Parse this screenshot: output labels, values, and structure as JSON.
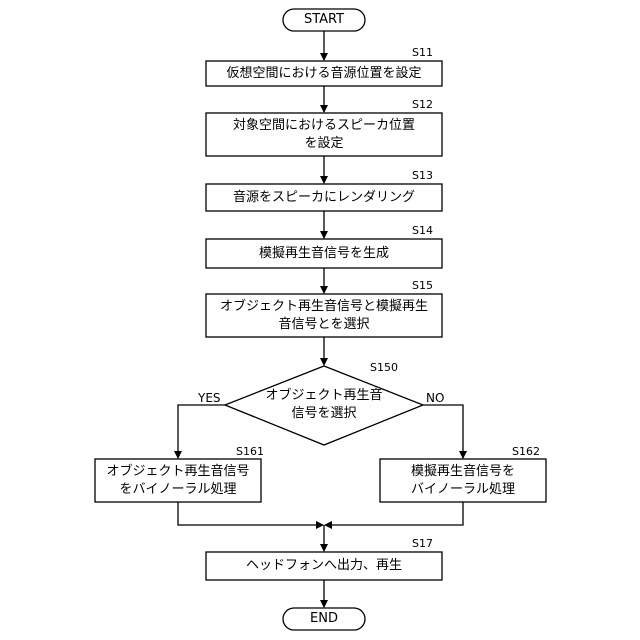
{
  "terminals": {
    "start": "START",
    "end": "END"
  },
  "steps": [
    {
      "id": "S11",
      "text": "仮想空間における音源位置を設定"
    },
    {
      "id": "S12",
      "text": "対象空間におけるスピーカ位置\nを設定"
    },
    {
      "id": "S13",
      "text": "音源をスピーカにレンダリング"
    },
    {
      "id": "S14",
      "text": "模擬再生音信号を生成"
    },
    {
      "id": "S15",
      "text": "オブジェクト再生音信号と模擬再生\n音信号とを選択"
    }
  ],
  "decision": {
    "id": "S150",
    "text": "オブジェクト再生音\n信号を選択",
    "yes": "YES",
    "no": "NO"
  },
  "branches": {
    "left": {
      "id": "S161",
      "text": "オブジェクト再生音信号\nをバイノーラル処理"
    },
    "right": {
      "id": "S162",
      "text": "模擬再生音信号を\nバイノーラル処理"
    }
  },
  "final_step": {
    "id": "S17",
    "text": "ヘッドフォンへ出力、再生"
  }
}
